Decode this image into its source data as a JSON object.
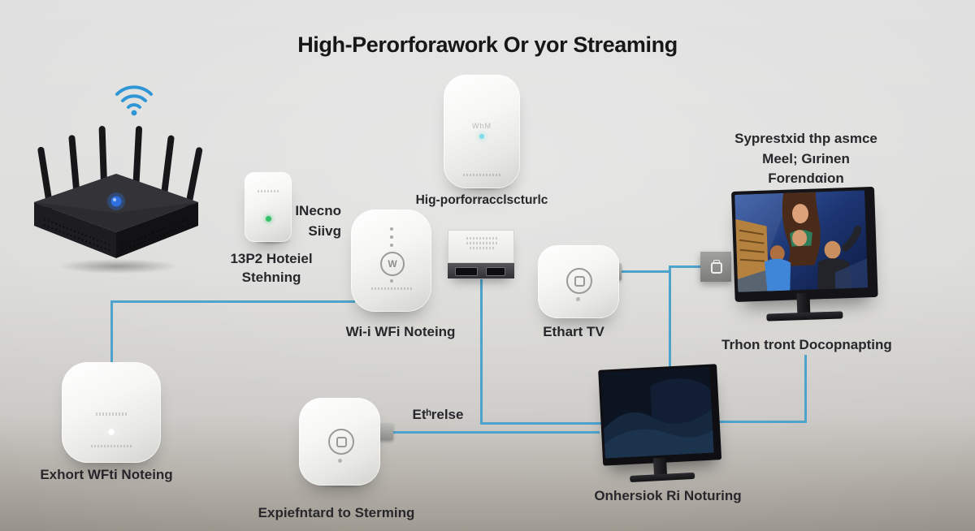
{
  "title": "High-Perorforawork Or yor Streaming",
  "labels": {
    "plug_side_line1": "INecno",
    "plug_side_line2": "Siivg",
    "plug_caption_line1": "13P2 Hoteiel",
    "plug_caption_line2": "Stehning",
    "center_extender_caption": "Hig-porforracclscturlc",
    "mesh_node_caption": "Wi-i WFi Noteing",
    "ethart_caption": "Ethart TV",
    "tv_caption_line1": "Syprestxid thp asmce",
    "tv_caption_line2": "Meel; Gırinen",
    "tv_caption_line3": "Forendαion",
    "tv_bottom_caption": "Trhon tront Docopnapting",
    "exhort_caption": "Exhort WFti Noteing",
    "expief_caption": "Expiefntard to Sterming",
    "monitor_caption": "Onhersiok Ri Noturing",
    "cable_label": "Etʰrelse"
  },
  "device_text": {
    "center_extender_logo": "WhM",
    "mesh_node_logo": "W"
  },
  "colors": {
    "cable_line": "#4ea3cd",
    "wifi_icon": "#2f96d5",
    "router_led": "#2e6fe0",
    "plug_led_green": "#35c06a",
    "extender_led_cyan": "#7ddce8",
    "exhort_led_white": "#ffffff",
    "label_text": "#28282c",
    "background": "#dadad8"
  }
}
